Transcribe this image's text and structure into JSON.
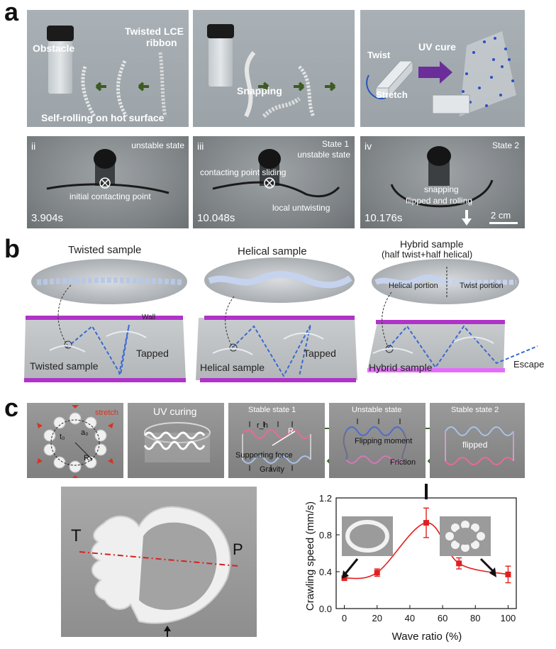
{
  "panels": {
    "a": {
      "letter": "a"
    },
    "b": {
      "letter": "b"
    },
    "c": {
      "letter": "c"
    }
  },
  "a_top": {
    "obstacle": "Obstacle",
    "ribbon": "Twisted LCE\nribbon",
    "ribbon_l1": "Twisted LCE",
    "ribbon_l2": "ribbon",
    "self_rolling": "Self-rolling on hot surface",
    "snapping": "Snapping",
    "twist": "Twist",
    "uv_cure": "UV cure",
    "stretch": "Stretch"
  },
  "a_bottom": {
    "ii": {
      "roman": "ii",
      "state": "unstable state",
      "note": "initial contacting point",
      "time": "3.904s"
    },
    "iii": {
      "roman": "iii",
      "state1": "State 1",
      "state2": "unstable state",
      "note1": "contacting point sliding",
      "note2": "local untwisting",
      "time": "10.048s"
    },
    "iv": {
      "roman": "iv",
      "state": "State 2",
      "note1": "snapping",
      "note2": "flipped and rolling",
      "time": "10.176s",
      "scale": "2 cm"
    }
  },
  "b": {
    "titles": [
      "Twisted sample",
      "Helical sample",
      "Hybrid sample"
    ],
    "hybrid_sub": "(half twist+half helical)",
    "helical_portion": "Helical portion",
    "twist_portion": "Twist portion",
    "wall": "Wall",
    "tapped1": "Tapped",
    "tapped2": "Tapped",
    "sample_labels": [
      "Twisted sample",
      "Helical sample",
      "Hybrid sample"
    ],
    "escape": "Escape"
  },
  "c_top": {
    "stretch": "stretch",
    "uv": "UV curing",
    "s1": "Stable state 1",
    "unstable": "Unstable state",
    "s2": "Stable state 2",
    "supporting": "Supporting force",
    "gravity": "Gravity",
    "flipping": "Flipping moment",
    "friction": "Friction",
    "flipped": "flipped",
    "r": "R",
    "r0": "R₀",
    "t0": "t₀",
    "rh": "r_h",
    "a0": "a₀"
  },
  "c_photo": {
    "t": "T",
    "p": "P"
  },
  "chart_data": {
    "type": "line",
    "x": [
      0,
      20,
      50,
      70,
      100
    ],
    "y": [
      0.33,
      0.39,
      0.93,
      0.49,
      0.37
    ],
    "yerr": [
      0.02,
      0.04,
      0.16,
      0.06,
      0.09
    ],
    "xlabel": "Wave ratio (%)",
    "ylabel": "Crawling speed (mm/s)",
    "xlim": [
      -5,
      105
    ],
    "ylim": [
      0.0,
      1.2
    ],
    "xticks": [
      "0",
      "20",
      "40",
      "60",
      "80",
      "100"
    ],
    "yticks": [
      "0.0",
      "0.4",
      "0.8",
      "1.2"
    ],
    "color": "#e02020"
  }
}
